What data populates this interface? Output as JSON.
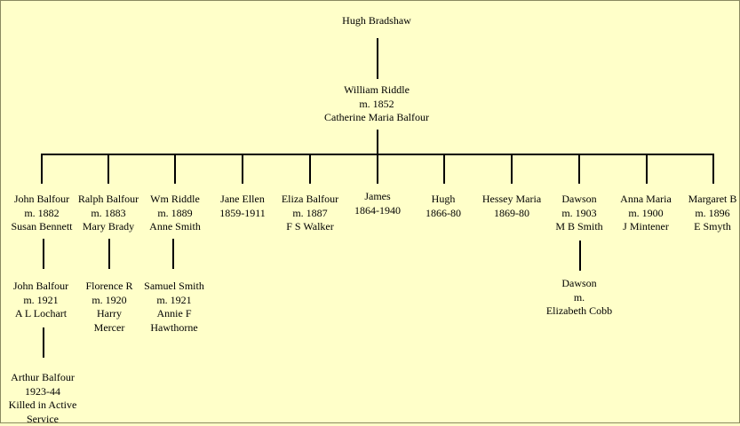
{
  "colors": {
    "background": "#ffffc9",
    "line": "#000000",
    "text": "#000000"
  },
  "root": {
    "lines": [
      "Hugh Bradshaw"
    ]
  },
  "parent": {
    "lines": [
      "William Riddle",
      "m. 1852",
      "Catherine Maria Balfour"
    ]
  },
  "children": [
    {
      "lines": [
        "John Balfour",
        "m. 1882",
        "Susan Bennett"
      ]
    },
    {
      "lines": [
        "Ralph Balfour",
        "m. 1883",
        "Mary Brady"
      ]
    },
    {
      "lines": [
        "Wm Riddle",
        "m. 1889",
        "Anne Smith"
      ]
    },
    {
      "lines": [
        "Jane Ellen",
        "1859-1911"
      ]
    },
    {
      "lines": [
        "Eliza Balfour",
        "m. 1887",
        "F S Walker"
      ]
    },
    {
      "lines": [
        "James",
        "1864-1940"
      ]
    },
    {
      "lines": [
        "Hugh",
        "1866-80"
      ]
    },
    {
      "lines": [
        "Hessey Maria",
        "1869-80"
      ]
    },
    {
      "lines": [
        "Dawson",
        "m. 1903",
        "M B Smith"
      ]
    },
    {
      "lines": [
        "Anna Maria",
        "m. 1900",
        "J Mintener"
      ]
    },
    {
      "lines": [
        "Margaret B",
        "m. 1896",
        "E Smyth"
      ]
    }
  ],
  "grandchildren": [
    {
      "lines": [
        "John Balfour",
        "m. 1921",
        "A L Lochart"
      ]
    },
    {
      "lines": [
        "Florence R",
        "m. 1920",
        "Harry",
        "Mercer"
      ]
    },
    {
      "lines": [
        "Samuel Smith",
        "m. 1921",
        "Annie F",
        "Hawthorne"
      ]
    },
    {
      "lines": [
        "Dawson",
        "m.",
        "Elizabeth Cobb"
      ]
    }
  ],
  "great_grandchildren": [
    {
      "lines": [
        "Arthur Balfour",
        "1923-44",
        "Killed in Active",
        "Service"
      ]
    }
  ]
}
